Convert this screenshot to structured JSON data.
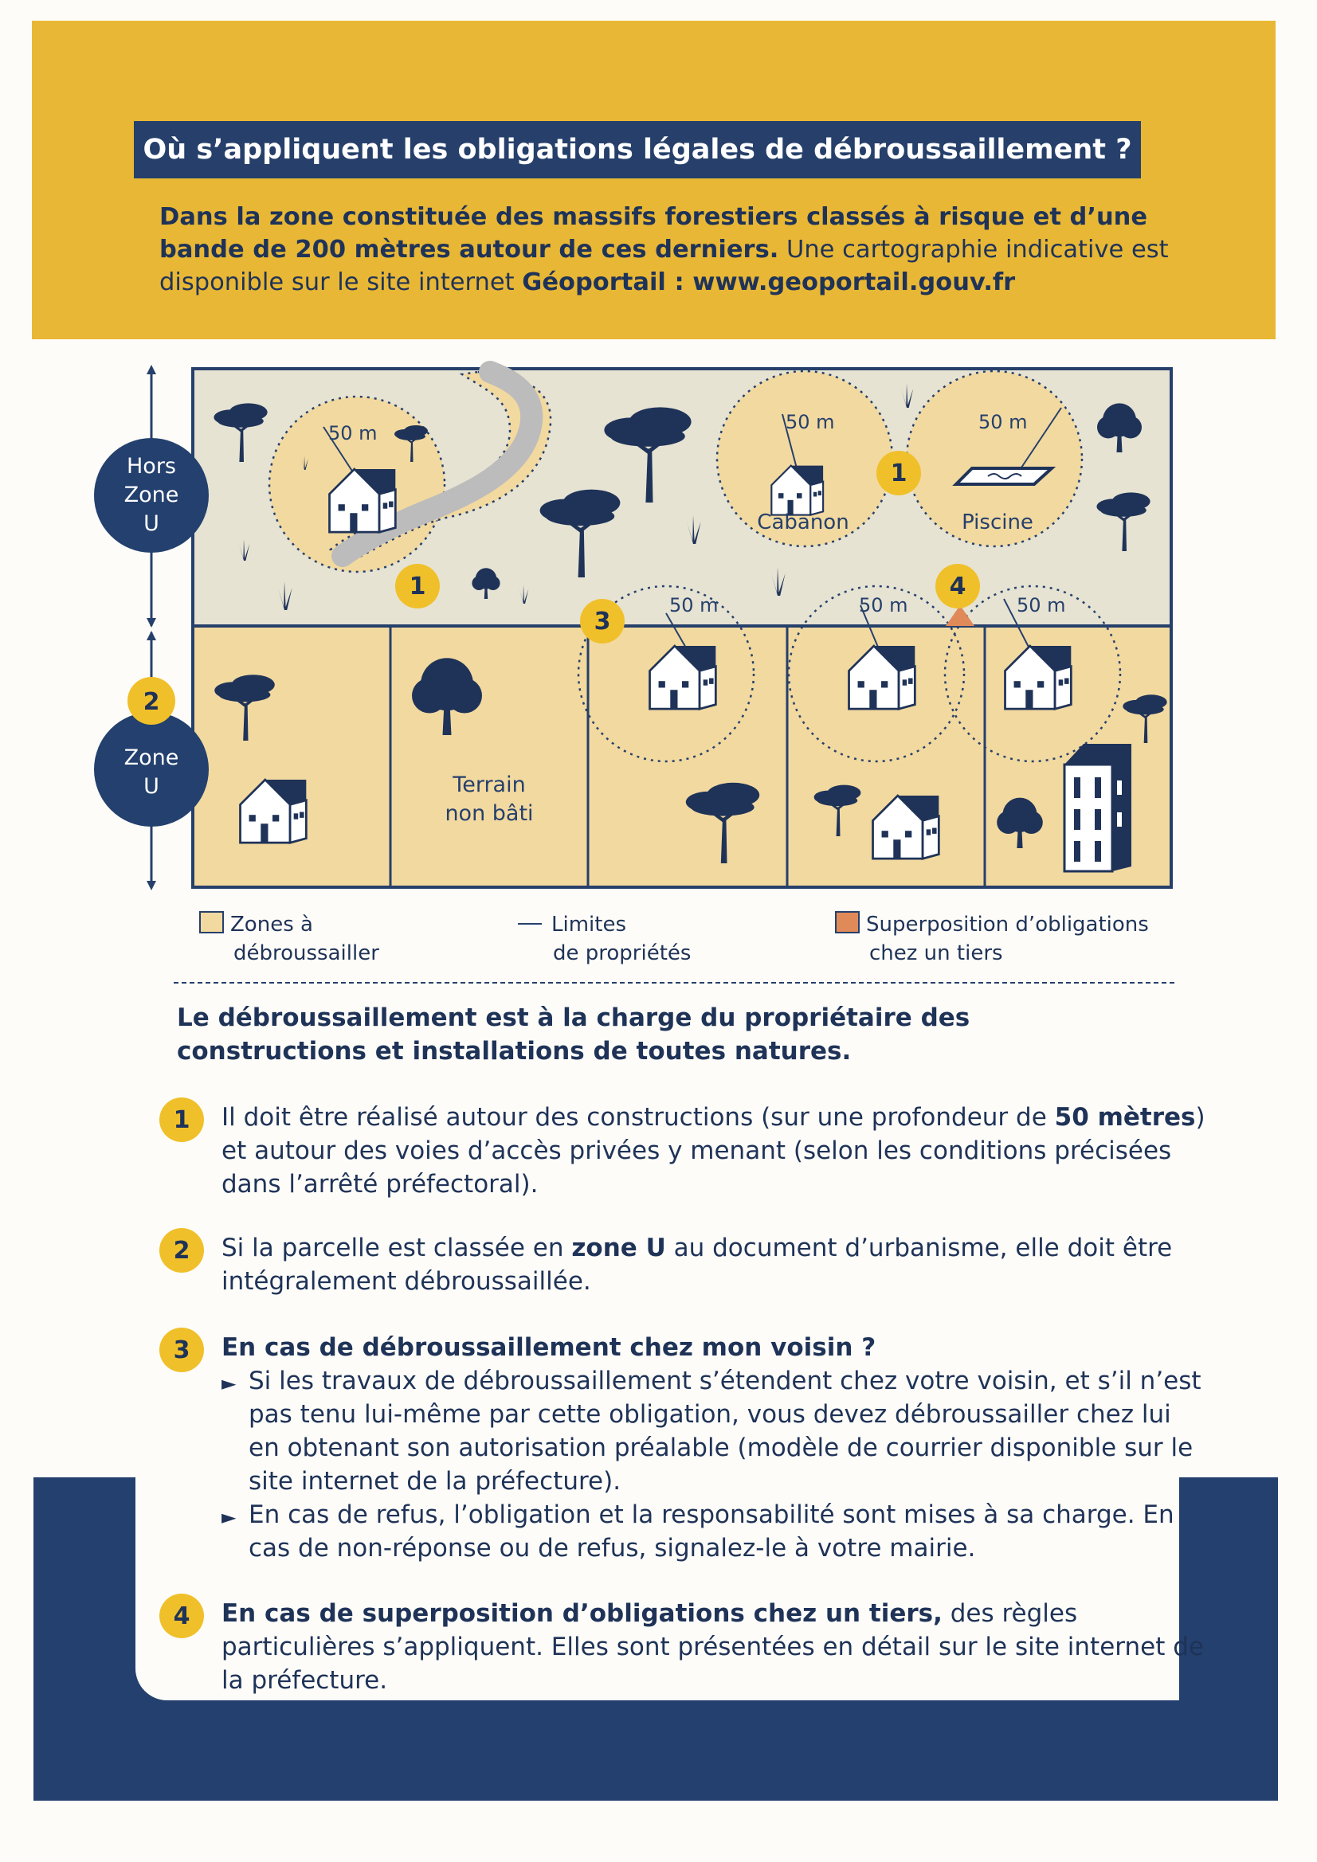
{
  "header": {
    "title": "Où s’appliquent les obligations légales de débroussaillement ?",
    "intro_bold": "Dans la zone constituée des massifs forestiers classés à risque et d’une bande de 200 mètres autour de ces derniers.",
    "intro_normal": " Une cartographie indicative est disponible sur le site internet ",
    "intro_site_name": "Géoportail : www.geoportail.gouv.fr"
  },
  "diagram": {
    "zone_hors_u": [
      "Hors",
      "Zone",
      "U"
    ],
    "zone_u": [
      "Zone",
      "U"
    ],
    "radius_label": "50 m",
    "cabanon_label": "Cabanon",
    "piscine_label": "Piscine",
    "terrain_label": [
      "Terrain",
      "non bâti"
    ],
    "badge_1": "1",
    "badge_2": "2",
    "badge_3": "3",
    "badge_4": "4"
  },
  "legend": {
    "zones": [
      "Zones à",
      "débroussailler"
    ],
    "limits": [
      "Limites",
      "de propriétés"
    ],
    "superposition": [
      "Superposition d’obligations",
      "chez un tiers"
    ]
  },
  "responsibility": "Le débroussaillement est à la charge du propriétaire des constructions et installations de toutes natures.",
  "items": [
    {
      "num": "1",
      "text_a": "Il doit être réalisé autour des constructions (sur une profondeur de ",
      "text_b": "50 mètres",
      "text_c": ") et autour des voies d’accès privées y menant (selon les conditions précisées dans l’arrêté préfectoral)."
    },
    {
      "num": "2",
      "text_a": "Si la parcelle est classée en ",
      "text_b": "zone U",
      "text_c": " au document d’urbanisme, elle doit être intégralement débroussaillée."
    },
    {
      "num": "3",
      "heading": "En cas de débroussaillement chez mon voisin ?",
      "bullet_1": "Si les travaux de débroussaillement s’étendent chez votre voisin, et s’il n’est pas tenu lui-même par cette obligation, vous devez débroussailler chez lui en obtenant son autorisation préalable (modèle de courrier disponible sur le site internet de la préfecture).",
      "bullet_2": "En cas de refus, l’obligation et la responsabilité sont mises à sa charge. En cas de non-réponse ou de refus, signalez-le à votre mairie."
    },
    {
      "num": "4",
      "text_b": "En cas de superposition d’obligations chez un tiers,",
      "text_c": " des règles particulières s’appliquent. Elles sont présentées en détail sur le site internet de la préfecture."
    }
  ],
  "colors": {
    "yellow": "#e8b735",
    "navy": "#23406e",
    "zone_fill": "#f2d9a0",
    "hors_zone_fill": "#e6e3d3",
    "overlap": "#e08a5a"
  }
}
